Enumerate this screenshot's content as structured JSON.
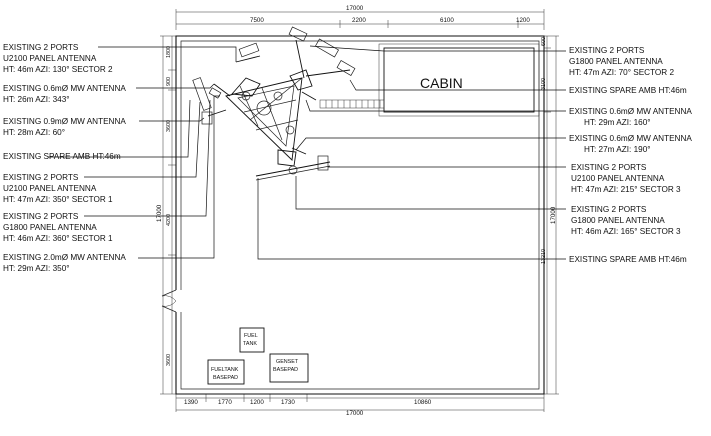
{
  "dimensions": {
    "top_total": "17000",
    "top_segments": [
      "7500",
      "2200",
      "6100",
      "1200"
    ],
    "bottom_total": "17000",
    "bottom_segments": [
      "1390",
      "1770",
      "1200",
      "1730",
      "10860"
    ],
    "left_segments": [
      "1800",
      "900",
      "3600",
      "4200",
      "3600"
    ],
    "left_total": "17000",
    "right_segments": [
      "600",
      "3100",
      "13210"
    ],
    "right_total": "17000"
  },
  "cabin": {
    "label": "CABIN"
  },
  "structures": {
    "fuel_tank": [
      "FUEL",
      "TANK"
    ],
    "fueltank_basepad": [
      "FUELTANK",
      "BASEPAD"
    ],
    "genset_basepad": [
      "GENSET",
      "BASEPAD"
    ]
  },
  "left_labels": [
    {
      "lines": [
        "EXISTING 2 PORTS",
        "U2100 PANEL ANTENNA",
        "HT: 46m AZI: 130° SECTOR 2"
      ]
    },
    {
      "lines": [
        "EXISTING 0.6mØ MW ANTENNA",
        "HT: 26m AZI: 343°"
      ]
    },
    {
      "lines": [
        "EXISTING 0.9mØ MW ANTENNA",
        "HT: 28m AZI: 60°"
      ]
    },
    {
      "lines": [
        "EXISTING SPARE AMB HT:46m"
      ]
    },
    {
      "lines": [
        "EXISTING 2 PORTS",
        "U2100 PANEL ANTENNA",
        "HT: 47m AZI: 350° SECTOR 1"
      ]
    },
    {
      "lines": [
        "EXISTING 2 PORTS",
        "G1800 PANEL ANTENNA",
        "HT: 46m AZI: 360° SECTOR 1"
      ]
    },
    {
      "lines": [
        "EXISTING 2.0mØ MW ANTENNA",
        "HT: 29m AZI: 350°"
      ]
    }
  ],
  "right_labels": [
    {
      "lines": [
        "EXISTING 2 PORTS",
        "G1800 PANEL ANTENNA",
        "HT: 47m AZI: 70° SECTOR 2"
      ]
    },
    {
      "lines": [
        "EXISTING SPARE AMB HT:46m"
      ]
    },
    {
      "lines": [
        "EXISTING 0.6mØ MW ANTENNA",
        "HT: 29m AZI: 160°"
      ]
    },
    {
      "lines": [
        "EXISTING 0.6mØ MW ANTENNA",
        "HT: 27m AZI: 190°"
      ]
    },
    {
      "lines": [
        "EXISTING 2 PORTS",
        "U2100 PANEL ANTENNA",
        "HT: 47m AZI: 215° SECTOR 3"
      ]
    },
    {
      "lines": [
        "EXISTING 2 PORTS",
        "G1800 PANEL ANTENNA",
        "HT: 46m AZI: 165° SECTOR 3"
      ]
    },
    {
      "lines": [
        "EXISTING SPARE AMB HT:46m"
      ]
    }
  ]
}
